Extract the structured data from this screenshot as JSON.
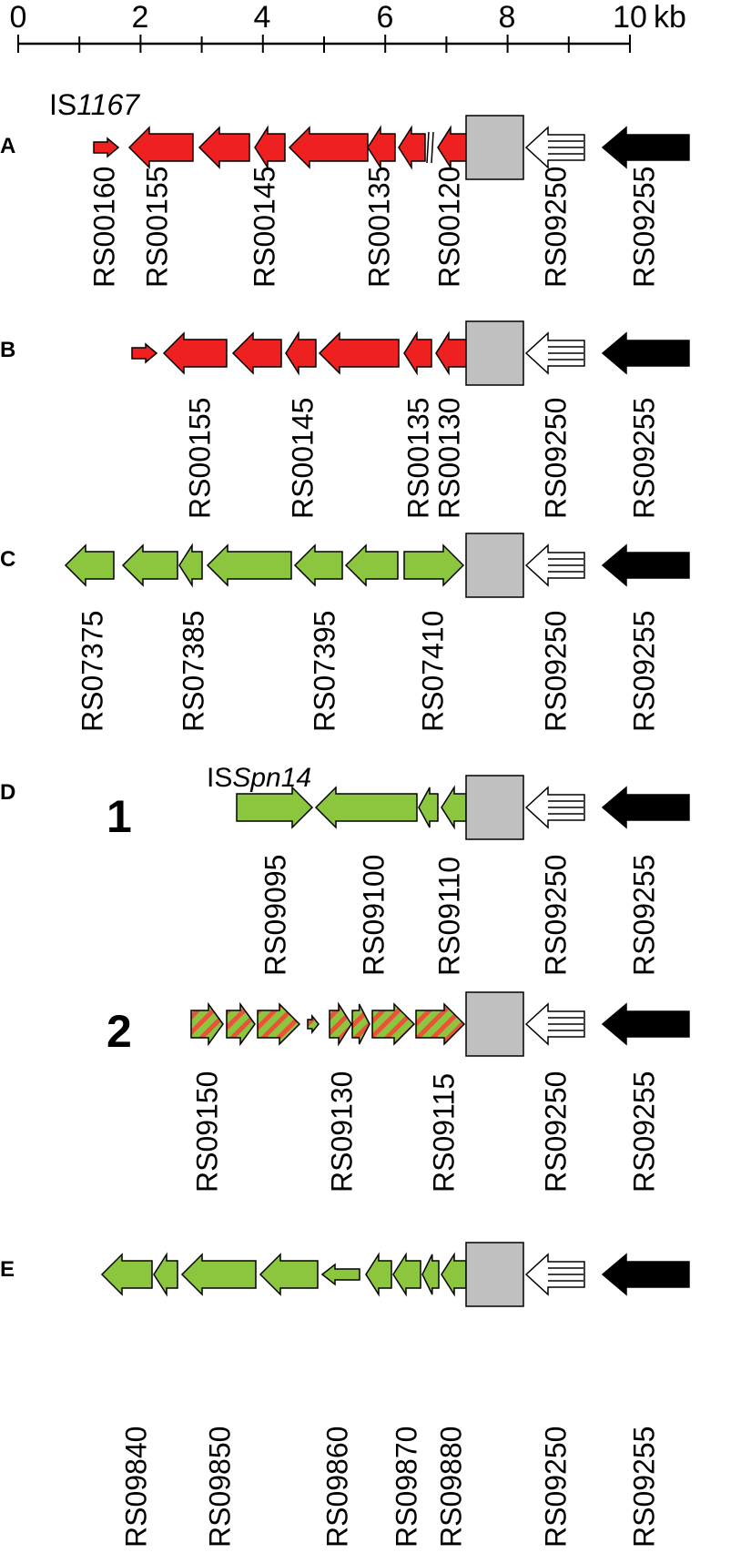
{
  "scale": {
    "ticks": [
      "0",
      "2",
      "4",
      "6",
      "8",
      "10"
    ],
    "unit": "kb",
    "max_kb": 10
  },
  "colors": {
    "red": "#ee2020",
    "green": "#8cc63f",
    "stripe": "#e8533a",
    "gray": "#c0c0c0",
    "black": "#000000",
    "white": "#ffffff"
  },
  "panels": [
    {
      "id": "A",
      "label": "A",
      "annotation": {
        "prefix": "IS",
        "italic": "1167"
      },
      "genes": [
        "RS00160",
        "RS00155",
        "RS00145",
        "RS00135",
        "RS00120",
        "RS09250",
        "RS09255"
      ]
    },
    {
      "id": "B",
      "label": "B",
      "genes": [
        "RS00155",
        "RS00145",
        "RS00135",
        "RS00130",
        "RS09250",
        "RS09255"
      ]
    },
    {
      "id": "C",
      "label": "C",
      "genes": [
        "RS07375",
        "RS07385",
        "RS07395",
        "RS07410",
        "RS09250",
        "RS09255"
      ]
    },
    {
      "id": "D1",
      "label": "D",
      "sublabel": "1",
      "annotation": {
        "prefix": "IS",
        "italic": "Spn14"
      },
      "genes": [
        "RS09095",
        "RS09100",
        "RS09110",
        "RS09250",
        "RS09255"
      ]
    },
    {
      "id": "D2",
      "sublabel": "2",
      "genes": [
        "RS09150",
        "RS09130",
        "RS09115",
        "RS09250",
        "RS09255"
      ]
    },
    {
      "id": "E",
      "label": "E",
      "genes": [
        "RS09840",
        "RS09850",
        "RS09860",
        "RS09870",
        "RS09880",
        "RS09250",
        "RS09255"
      ]
    }
  ]
}
